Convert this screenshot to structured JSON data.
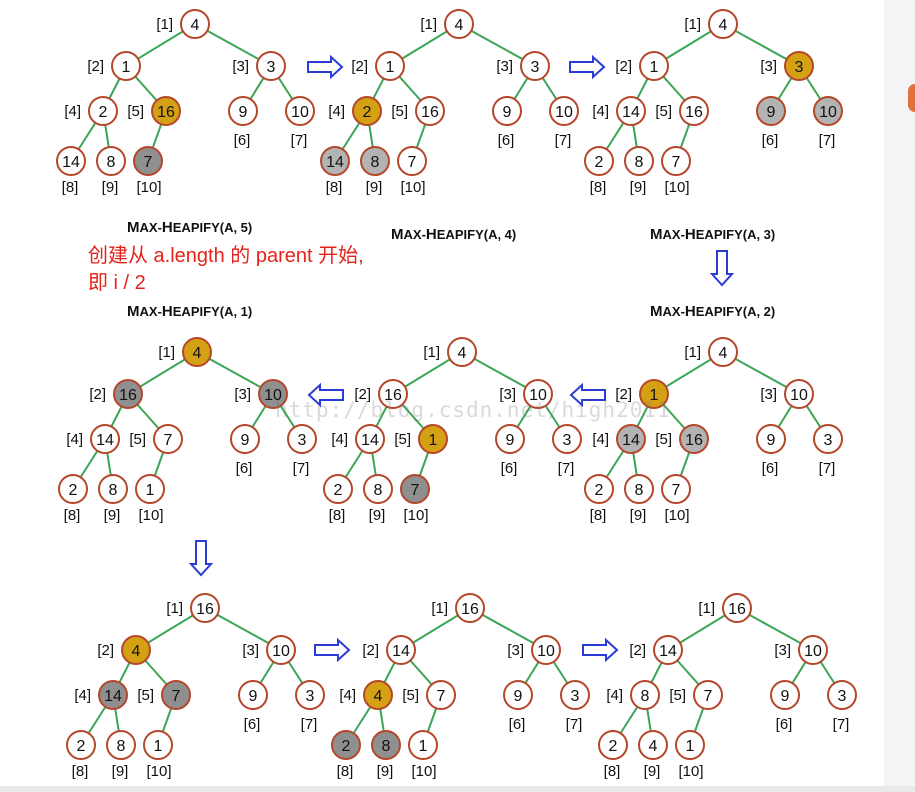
{
  "note": {
    "line1": "创建从 a.length 的 parent 开始,",
    "line2": "即 i / 2"
  },
  "watermark": "http://blog.csdn.net/high2011",
  "colors": {
    "edge": "#3aa655",
    "node_border": "#b5462a",
    "active_fill": "#d4a114",
    "child_fill": "#b3b3b3",
    "dark_fill": "#8f8f8f",
    "plain_fill": "#ffffff",
    "arrow": "#2a3bd6",
    "note_text": "#e5231b"
  },
  "captions": [
    {
      "call": "Max-Heapify",
      "args": "(A, 5)"
    },
    {
      "call": "Max-Heapify",
      "args": "(A, 4)"
    },
    {
      "call": "Max-Heapify",
      "args": "(A, 3)"
    },
    {
      "call": "Max-Heapify",
      "args": "(A, 2)"
    },
    {
      "call": "Max-Heapify",
      "args": "(A, 1)"
    }
  ],
  "trees": [
    {
      "values": [
        "4",
        "1",
        "3",
        "2",
        "16",
        "9",
        "10",
        "14",
        "8",
        "7"
      ],
      "hl": {
        "5": "active",
        "10": "dark"
      }
    },
    {
      "values": [
        "4",
        "1",
        "3",
        "2",
        "16",
        "9",
        "10",
        "14",
        "8",
        "7"
      ],
      "hl": {
        "4": "active",
        "8": "child",
        "9": "child"
      }
    },
    {
      "values": [
        "4",
        "1",
        "3",
        "14",
        "16",
        "9",
        "10",
        "2",
        "8",
        "7"
      ],
      "hl": {
        "3": "active",
        "6": "child",
        "7": "child"
      }
    },
    {
      "values": [
        "4",
        "1",
        "10",
        "14",
        "16",
        "9",
        "3",
        "2",
        "8",
        "7"
      ],
      "hl": {
        "2": "active",
        "4": "child",
        "5": "child"
      }
    },
    {
      "values": [
        "4",
        "16",
        "10",
        "14",
        "1",
        "9",
        "3",
        "2",
        "8",
        "7"
      ],
      "hl": {
        "5": "active",
        "10": "dark"
      }
    },
    {
      "values": [
        "4",
        "16",
        "10",
        "14",
        "7",
        "9",
        "3",
        "2",
        "8",
        "1"
      ],
      "hl": {
        "1": "active",
        "2": "dark",
        "3": "dark"
      }
    },
    {
      "values": [
        "16",
        "4",
        "10",
        "14",
        "7",
        "9",
        "3",
        "2",
        "8",
        "1"
      ],
      "hl": {
        "2": "active",
        "4": "dark",
        "5": "dark"
      }
    },
    {
      "values": [
        "16",
        "14",
        "10",
        "4",
        "7",
        "9",
        "3",
        "2",
        "8",
        "1"
      ],
      "hl": {
        "4": "active",
        "8": "dark",
        "9": "dark"
      }
    },
    {
      "values": [
        "16",
        "14",
        "10",
        "8",
        "7",
        "9",
        "3",
        "2",
        "4",
        "1"
      ],
      "hl": {}
    }
  ],
  "index_labels": [
    "[1]",
    "[2]",
    "[3]",
    "[4]",
    "[5]",
    "[6]",
    "[7]",
    "[8]",
    "[9]",
    "[10]"
  ],
  "arrows": [
    {
      "dir": "right"
    },
    {
      "dir": "right"
    },
    {
      "dir": "down"
    },
    {
      "dir": "left"
    },
    {
      "dir": "left"
    },
    {
      "dir": "down"
    },
    {
      "dir": "right"
    },
    {
      "dir": "right"
    }
  ]
}
